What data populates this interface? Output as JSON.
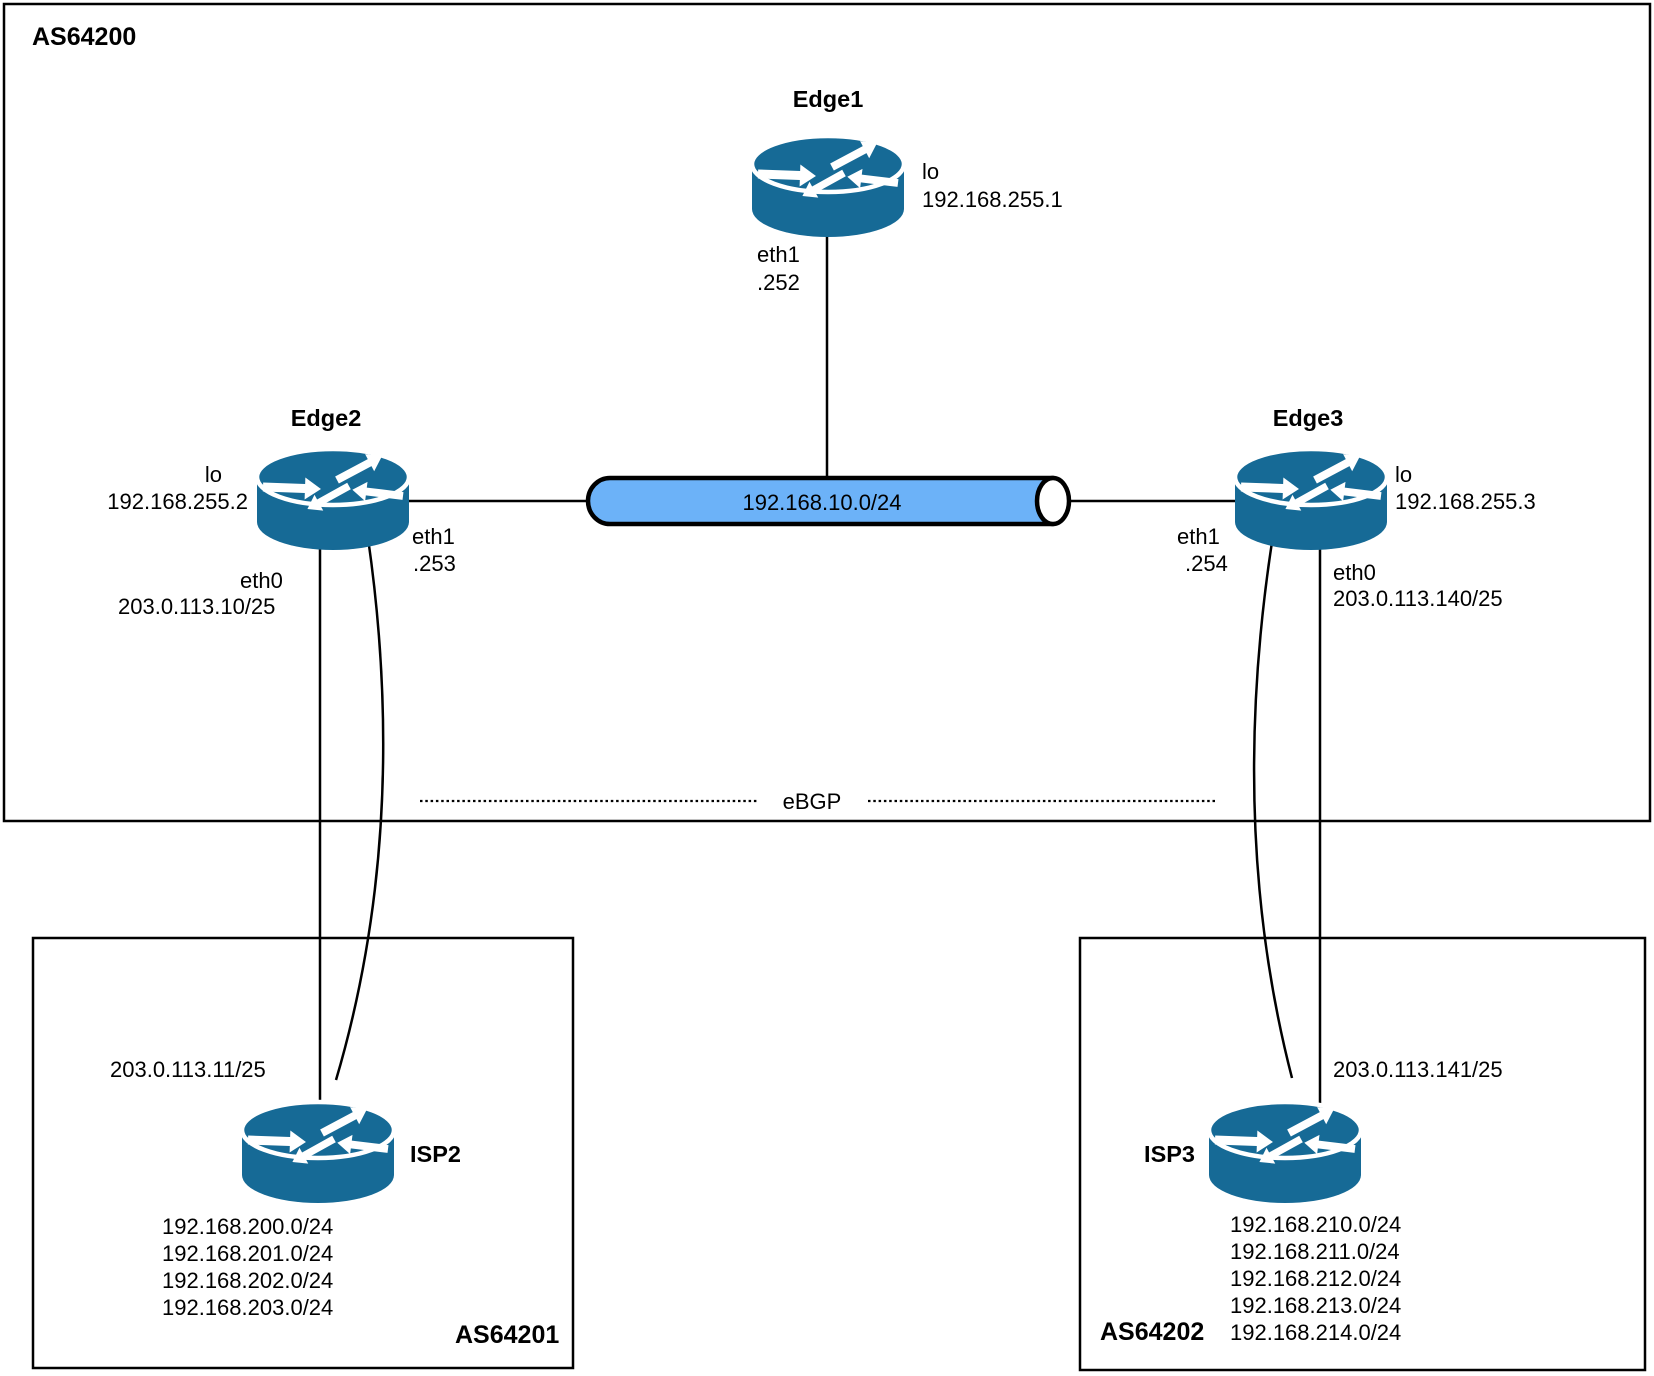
{
  "diagram": {
    "as64200": {
      "label": "AS64200",
      "ebgp_label": "eBGP",
      "segment_network": "192.168.10.0/24",
      "edge1": {
        "name": "Edge1",
        "lo_label": "lo",
        "lo_ip": "192.168.255.1",
        "eth1_label": "eth1",
        "eth1_ip": ".252"
      },
      "edge2": {
        "name": "Edge2",
        "lo_label": "lo",
        "lo_ip": "192.168.255.2",
        "eth1_label": "eth1",
        "eth1_ip": ".253",
        "eth0_label": "eth0",
        "eth0_ip": "203.0.113.10/25"
      },
      "edge3": {
        "name": "Edge3",
        "lo_label": "lo",
        "lo_ip": "192.168.255.3",
        "eth1_label": "eth1",
        "eth1_ip": ".254",
        "eth0_label": "eth0",
        "eth0_ip": "203.0.113.140/25"
      }
    },
    "as64201": {
      "label": "AS64201",
      "router_name": "ISP2",
      "peer_ip": "203.0.113.11/25",
      "networks": [
        "192.168.200.0/24",
        "192.168.201.0/24",
        "192.168.202.0/24",
        "192.168.203.0/24"
      ]
    },
    "as64202": {
      "label": "AS64202",
      "router_name": "ISP3",
      "peer_ip": "203.0.113.141/25",
      "networks": [
        "192.168.210.0/24",
        "192.168.211.0/24",
        "192.168.212.0/24",
        "192.168.213.0/24",
        "192.168.214.0/24"
      ]
    },
    "colors": {
      "router": "#166a96",
      "segment": "#6cb2f8"
    }
  }
}
